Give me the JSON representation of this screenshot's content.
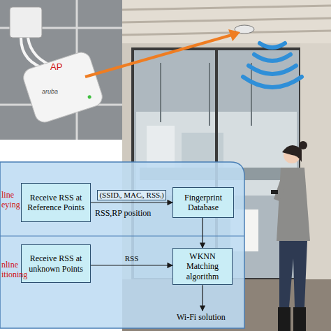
{
  "diagram": {
    "nodes": [
      {
        "text": [
          "Receive RSS at Reference Points"
        ]
      },
      {
        "text": [
          "Fingerprint Database"
        ]
      },
      {
        "text": [
          "Receive RSS at unknown Points"
        ]
      },
      {
        "text": [
          "WKNN Matching algorithm"
        ]
      }
    ],
    "edges": [
      {
        "from": 0,
        "to": 1,
        "label": "(SSIDᵢ, MACᵢ, RSSᵢ)",
        "arrow": "to"
      },
      {
        "from": 2,
        "to": 3,
        "label": "RSS",
        "arrow": "to"
      },
      {
        "from": 1,
        "to": 3,
        "arrow": "to"
      }
    ],
    "labels": [
      "AP",
      "aruba",
      "line eying",
      "nline itioning",
      "RSS,RP position",
      "Wi-Fi solution"
    ]
  }
}
